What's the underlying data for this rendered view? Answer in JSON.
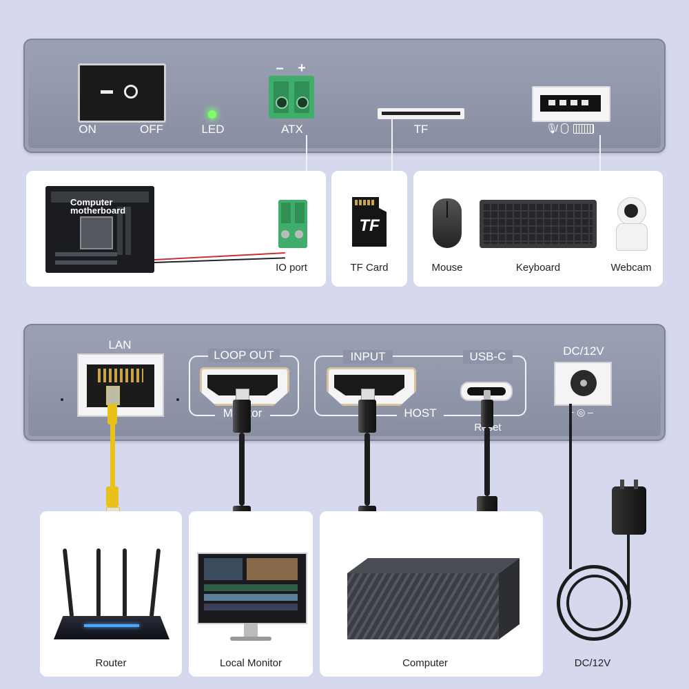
{
  "top_panel": {
    "switch_on": "ON",
    "switch_off": "OFF",
    "led": "LED",
    "atx": "ATX",
    "atx_minus": "–",
    "atx_plus": "+",
    "tf": "TF"
  },
  "top_cards": {
    "motherboard_label": "Computer motherboard",
    "io_port": "IO port",
    "tf_card_logo": "TF",
    "tf_card": "TF Card",
    "mouse": "Mouse",
    "keyboard": "Keyboard",
    "webcam": "Webcam"
  },
  "bottom_panel": {
    "lan": "LAN",
    "loop_out": "LOOP OUT",
    "monitor": "Monitor",
    "input": "INPUT",
    "usb_c": "USB-C",
    "host": "HOST",
    "reset": "Reset",
    "dc": "DC/12V",
    "polarity": "+ ◎ –"
  },
  "bottom_cards": {
    "router": "Router",
    "local_monitor": "Local Monitor",
    "computer": "Computer",
    "dc": "DC/12V"
  },
  "colors": {
    "background": "#d6d9ed",
    "panel": "#9197ab",
    "atx_connector": "#3fae6a",
    "led": "#7dff6a",
    "lan_cable": "#e8c21a"
  }
}
